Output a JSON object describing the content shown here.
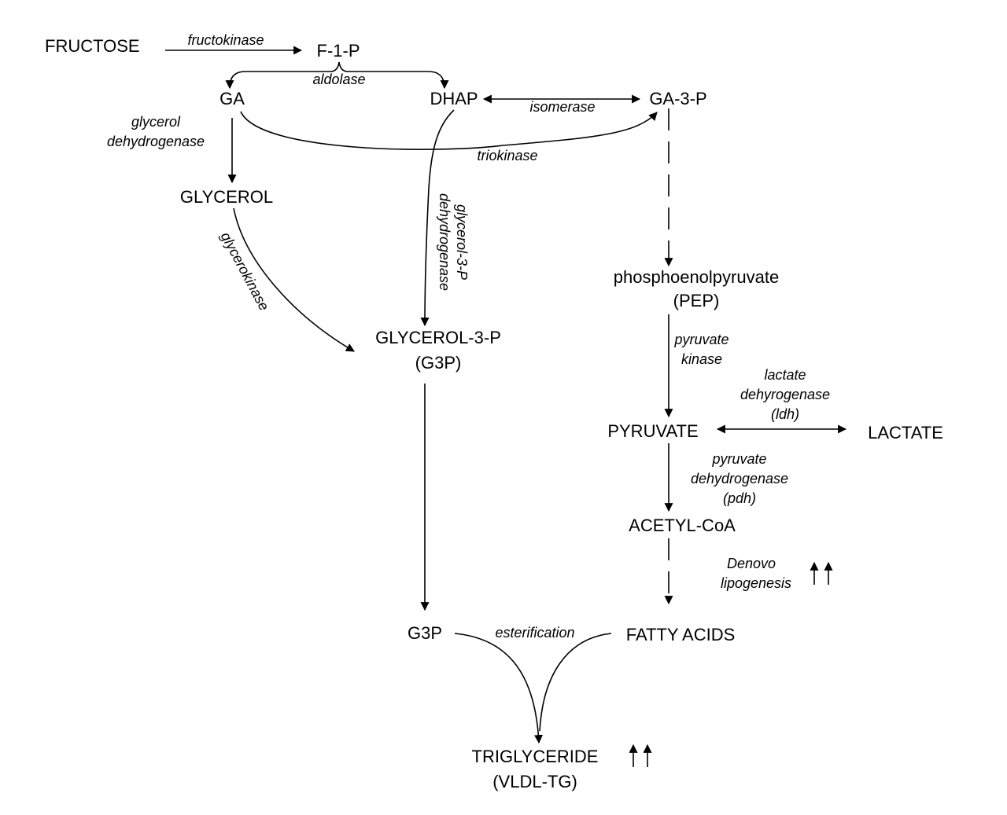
{
  "nodes": {
    "fructose": "FRUCTOSE",
    "f1p": "F-1-P",
    "ga": "GA",
    "dhap": "DHAP",
    "ga3p": "GA-3-P",
    "glycerol": "GLYCEROL",
    "glycerol3p_line1": "GLYCEROL-3-P",
    "glycerol3p_line2": "(G3P)",
    "pep_line1": "phosphoenolpyruvate",
    "pep_line2": "(PEP)",
    "pyruvate": "PYRUVATE",
    "lactate": "LACTATE",
    "acetylcoa": "ACETYL-CoA",
    "g3p": "G3P",
    "fattyacids": "FATTY ACIDS",
    "triglyceride_line1": "TRIGLYCERIDE",
    "triglyceride_line2": "(VLDL-TG)"
  },
  "enzymes": {
    "fructokinase": "fructokinase",
    "aldolase": "aldolase",
    "isomerase": "isomerase",
    "glycerol_dh_line1": "glycerol",
    "glycerol_dh_line2": "dehydrogenase",
    "triokinase": "triokinase",
    "glycerol3p_dh_line1": "glycerol-3-P",
    "glycerol3p_dh_line2": "dehydrogenase",
    "glycerokinase": "glycerokinase",
    "pyruvate_kinase_line1": "pyruvate",
    "pyruvate_kinase_line2": "kinase",
    "ldh_line1": "lactate",
    "ldh_line2": "dehyrogenase",
    "ldh_line3": "(ldh)",
    "pdh_line1": "pyruvate",
    "pdh_line2": "dehydrogenase",
    "pdh_line3": "(pdh)",
    "denovo_line1": "Denovo",
    "denovo_line2": "lipogenesis",
    "esterification": "esterification"
  }
}
